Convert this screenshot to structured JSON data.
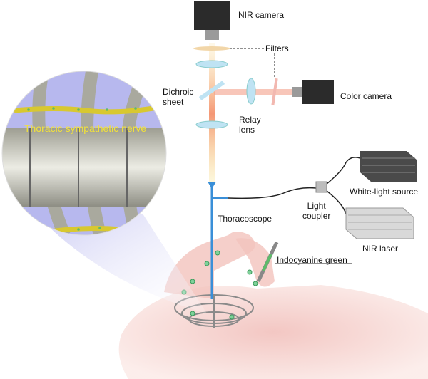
{
  "labels": {
    "nir_camera": "NIR camera",
    "filters": "Filters",
    "dichroic_sheet": [
      "Dichroic",
      "sheet"
    ],
    "relay_lens": [
      "Relay",
      "lens"
    ],
    "color_camera": "Color camera",
    "thoracic_nerve": "Thoracic sympathetic nerve",
    "white_light_source": "White-light source",
    "light_coupler": [
      "Light",
      "coupler"
    ],
    "thoracoscope": "Thoracoscope",
    "nir_laser": "NIR laser",
    "indocyanine_green": "Indocyanine green"
  },
  "colors": {
    "beam_blue": "#3a8fd8",
    "beam_orange": "#f08a3a",
    "nerve_yellow": "#e6d43a",
    "magnifier_bg": "#b7b8ee",
    "bone": "#cfcfc4",
    "skin": "#f3c9c4"
  }
}
